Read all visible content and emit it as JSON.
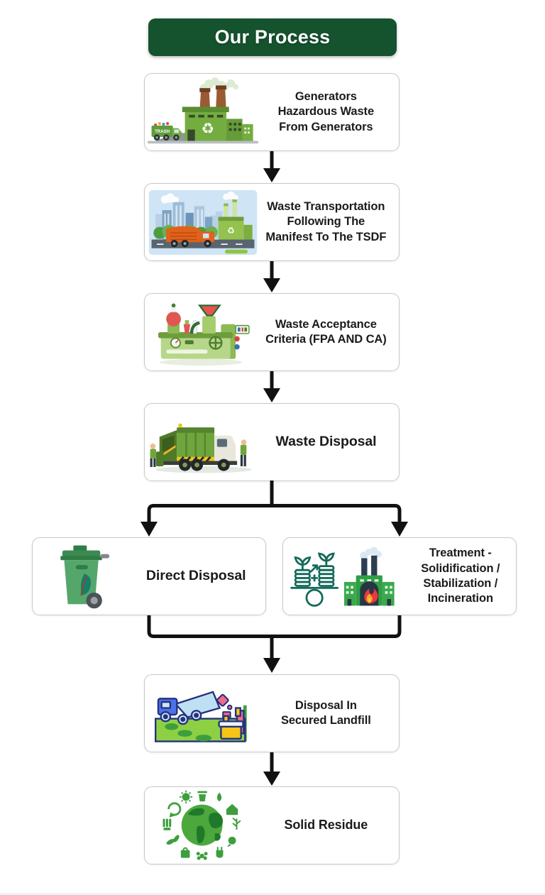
{
  "header": {
    "title": "Our Process"
  },
  "colors": {
    "header_bg": "#15522e",
    "arrow": "#111111",
    "box_border": "#c9c9c9",
    "brand_green": "#4ca83c"
  },
  "nodes": {
    "generators": {
      "label": "Generators\nHazardous Waste\nFrom Generators",
      "icon": "recycling-factory-illustration"
    },
    "transport": {
      "label": "Waste Transportation\nFollowing The\nManifest To The TSDF",
      "icon": "city-waste-truck-illustration"
    },
    "acceptance": {
      "label": "Waste Acceptance\nCriteria (FPA AND CA)",
      "icon": "lab-testing-machine-illustration"
    },
    "disposal": {
      "label": "Waste Disposal",
      "icon": "garbage-truck-illustration"
    },
    "direct_disposal": {
      "label": "Direct Disposal",
      "icon": "green-wheelie-bin-illustration"
    },
    "treatment": {
      "label": "Treatment -\nSolidification /\nStabilization /\nIncineration",
      "icon": "eco-growth-and-incinerator-illustration"
    },
    "landfill": {
      "label": "Disposal In\nSecured Landfill",
      "icon": "landfill-dump-truck-illustration"
    },
    "solid_residue": {
      "label": "Solid Residue",
      "icon": "eco-globe-illustration"
    }
  }
}
